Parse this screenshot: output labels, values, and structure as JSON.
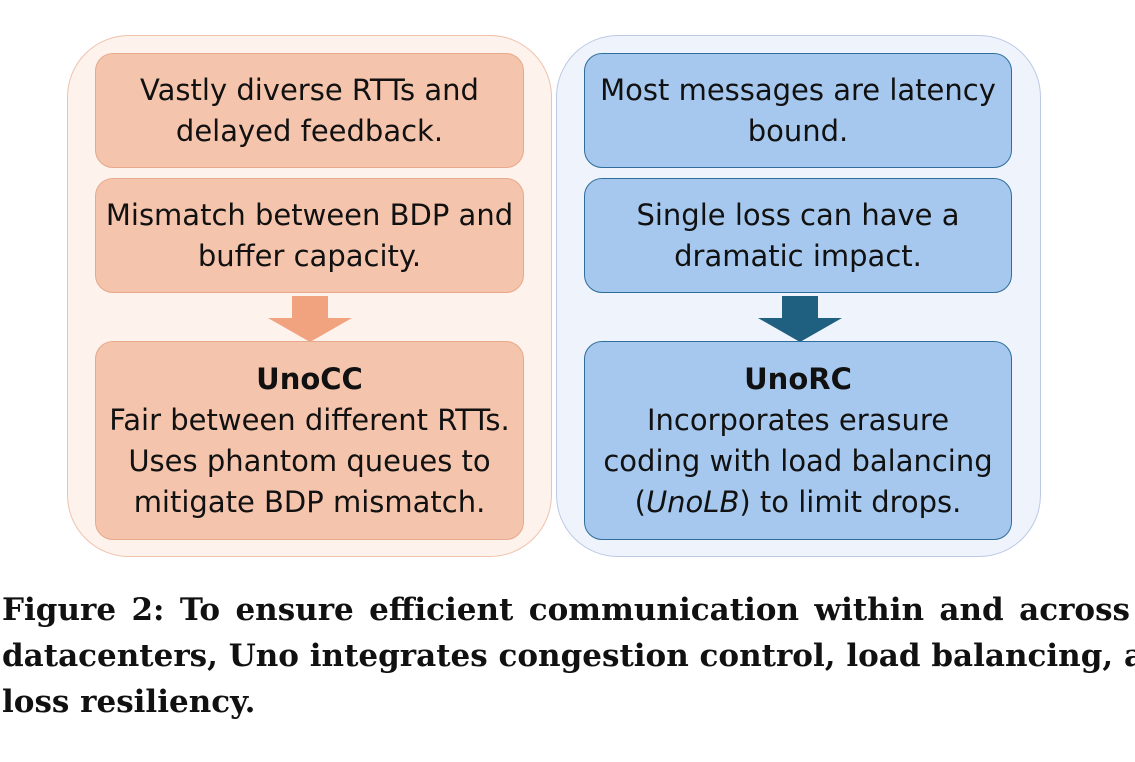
{
  "left_panel": {
    "box1": [
      "Vastly diverse RTTs and",
      "delayed feedback."
    ],
    "box2": [
      "Mismatch between BDP and",
      "buffer capacity."
    ],
    "result": {
      "title": "UnoCC",
      "lines": [
        "Fair between different RTTs.",
        "Uses phantom queues to",
        "mitigate BDP mismatch."
      ]
    },
    "colors": {
      "panel": "#fdf2ec",
      "box": "#f5c4ad",
      "arrow": "#f1a27f"
    }
  },
  "right_panel": {
    "box1": [
      "Most messages are latency",
      "bound."
    ],
    "box2": [
      "Single loss can have a",
      "dramatic impact."
    ],
    "result": {
      "title": "UnoRC",
      "line1": "Incorporates erasure",
      "line2": "coding with load balancing",
      "line3_open": "(",
      "line3_em": "UnoLB",
      "line3_rest": ") to limit drops."
    },
    "colors": {
      "panel": "#eff3fb",
      "box": "#a6c8ee",
      "arrow": "#1f5f7f"
    }
  },
  "caption": {
    "label": "Figure 2:",
    "lines": [
      "To ensure efficient communication within and across",
      "datacenters, Uno integrates congestion control, load balancing, and",
      "loss resiliency."
    ]
  }
}
